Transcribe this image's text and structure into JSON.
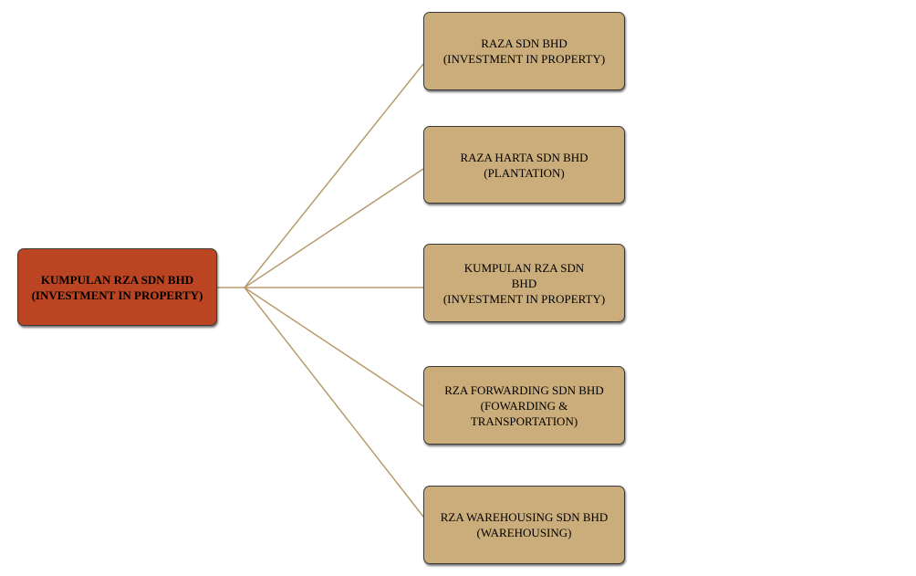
{
  "root": {
    "lines": [
      "KUMPULAN RZA SDN BHD",
      "(INVESTMENT IN PROPERTY)"
    ]
  },
  "children": [
    {
      "lines": [
        "RAZA SDN BHD",
        "(INVESTMENT IN PROPERTY)"
      ]
    },
    {
      "lines": [
        "RAZA HARTA SDN BHD",
        "(PLANTATION)"
      ]
    },
    {
      "lines": [
        "KUMPULAN RZA SDN",
        "BHD",
        "(INVESTMENT IN PROPERTY)"
      ]
    },
    {
      "lines": [
        "RZA FORWARDING SDN BHD",
        "(FOWARDING &",
        "TRANSPORTATION)"
      ]
    },
    {
      "lines": [
        "RZA WAREHOUSING SDN BHD",
        "(WAREHOUSING)"
      ]
    }
  ],
  "colors": {
    "root": "#bb4422",
    "child": "#cbad7b",
    "connector": "#b89c6e"
  }
}
